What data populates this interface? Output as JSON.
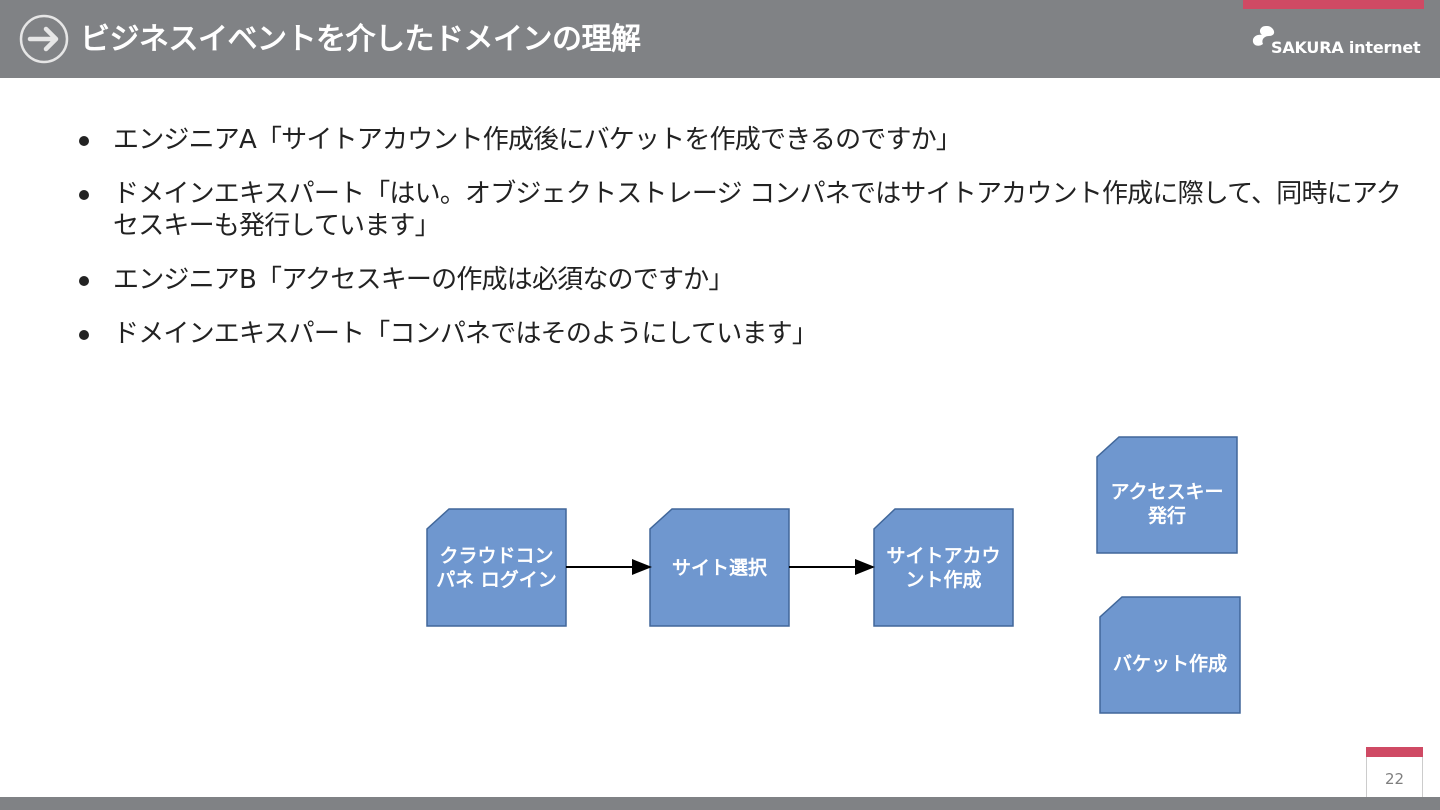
{
  "header": {
    "title": "ビジネスイベントを介したドメインの理解",
    "logo_text": "SAKURA internet",
    "icon": "arrow-right-circle-icon",
    "accent_color": "#cf4a64",
    "bar_color": "#808285"
  },
  "bullets": [
    "エンジニアA「サイトアカウント作成後にバケットを作成できるのですか」",
    "ドメインエキスパート「はい。オブジェクトストレージ コンパネではサイトアカウント作成に際して、同時にアクセスキーも発行しています」",
    "エンジニアB「アクセスキーの作成は必須なのですか」",
    "ドメインエキスパート「コンパネではそのようにしています」"
  ],
  "diagram": {
    "node_color": "#6f97cf",
    "node_border": "#41679a",
    "nodes": [
      {
        "id": "login",
        "label": "クラウドコンパネ ログイン"
      },
      {
        "id": "site-select",
        "label": "サイト選択"
      },
      {
        "id": "site-account",
        "label": "サイトアカウント作成"
      },
      {
        "id": "access-key",
        "label": "アクセスキー発行"
      },
      {
        "id": "bucket",
        "label": "バケット作成"
      }
    ]
  },
  "footer": {
    "page_number": "22"
  }
}
